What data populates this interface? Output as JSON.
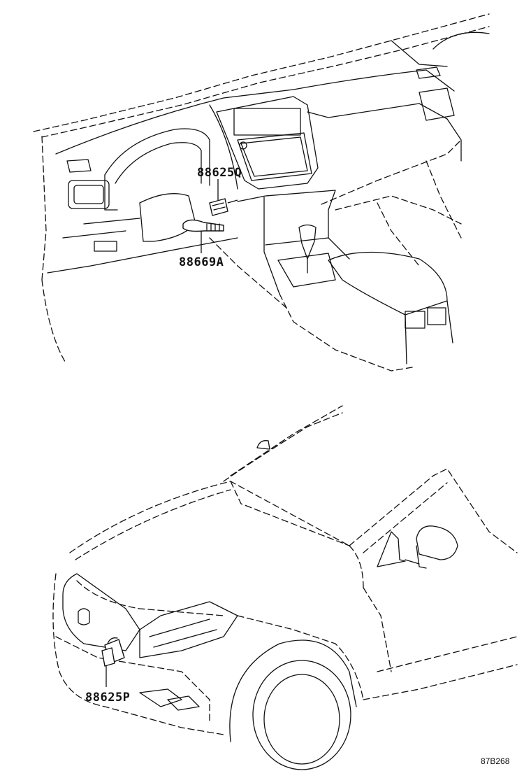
{
  "callouts": {
    "dash_sensor": "88625Q",
    "dash_hose": "88669A",
    "front_sensor": "88625P"
  },
  "figure_code": "87B268"
}
